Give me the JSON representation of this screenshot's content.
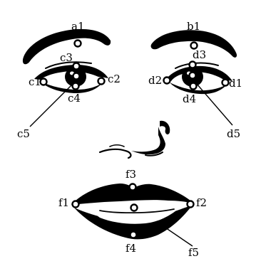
{
  "diagram": {
    "ink_color": "#000000",
    "background_color": "#ffffff",
    "labels": {
      "a1": "a1",
      "b1": "b1",
      "c1": "c1",
      "c2": "c2",
      "c3": "c3",
      "c4": "c4",
      "c5": "c5",
      "d1": "d1",
      "d2": "d2",
      "d3": "d3",
      "d4": "d4",
      "d5": "d5",
      "f1": "f1",
      "f2": "f2",
      "f3": "f3",
      "f4": "f4",
      "f5": "f5"
    }
  }
}
